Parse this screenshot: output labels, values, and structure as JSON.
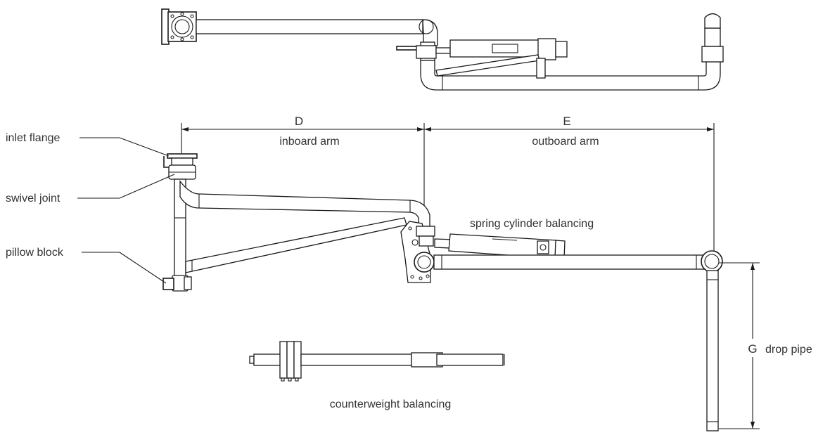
{
  "labels": {
    "inlet_flange": "inlet flange",
    "swivel_joint": "swivel joint",
    "pillow_block": "pillow block",
    "inboard_arm": "inboard arm",
    "outboard_arm": "outboard arm",
    "spring_cylinder": "spring cylinder balancing",
    "counterweight": "counterweight balancing",
    "drop_pipe": "drop pipe"
  },
  "dimensions": {
    "d": "D",
    "e": "E",
    "g": "G"
  },
  "colors": {
    "line": "#1a1a1a",
    "text": "#333333",
    "background": "#ffffff"
  }
}
